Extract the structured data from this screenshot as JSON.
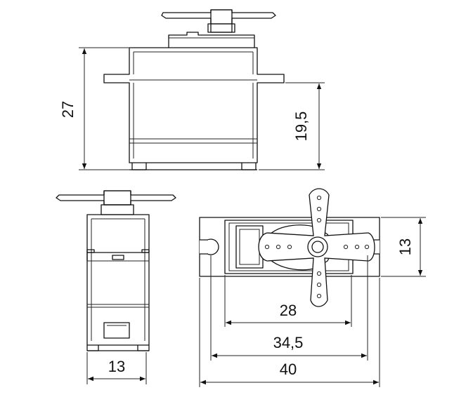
{
  "dimensions": {
    "height_overall": "27",
    "height_body": "19,5",
    "width_side": "13",
    "height_top": "13",
    "body_length": "28",
    "mount_hole_spacing": "34,5",
    "overall_length": "40"
  }
}
